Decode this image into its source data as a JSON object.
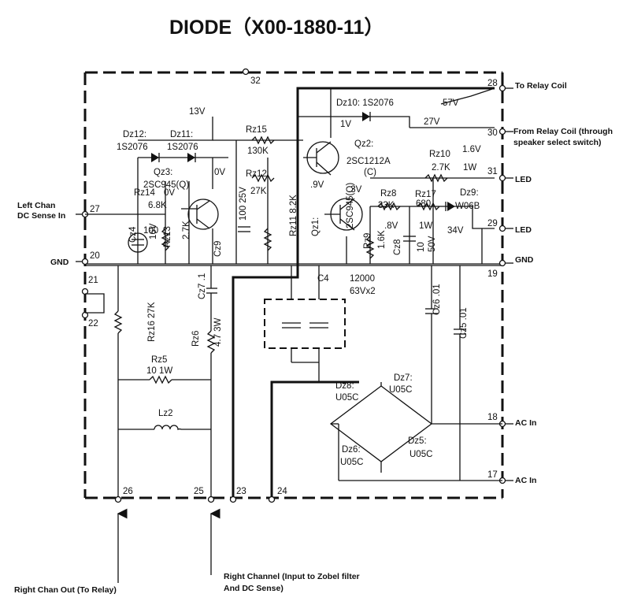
{
  "title": "DIODE（X00-1880-11）",
  "external_labels": {
    "to_relay_coil": "To Relay Coil",
    "from_relay_coil_1": "From Relay Coil (through",
    "from_relay_coil_2": "speaker select switch)",
    "led_31": "LED",
    "led_29": "LED",
    "gnd_right": "GND",
    "gnd_left": "GND",
    "left_chan_1": "Left Chan",
    "left_chan_2": "DC Sense In",
    "ac_in_18": "AC In",
    "ac_in_17": "AC In",
    "right_chan_out": "Right Chan Out (To Relay)",
    "right_channel_1": "Right Channel (Input to Zobel filter",
    "right_channel_2": "And DC Sense)"
  },
  "pins": {
    "p32": "32",
    "p28": "28",
    "p30": "30",
    "p31": "31",
    "p29": "29",
    "p19": "19",
    "p18": "18",
    "p17": "17",
    "p27": "27",
    "p20": "20",
    "p21": "21",
    "p22": "22",
    "p26": "26",
    "p25": "25",
    "p23": "23",
    "p24": "24"
  },
  "components": {
    "dz10": "Dz10: 1S2076",
    "v57": "57V",
    "v1": "1V",
    "v27": "27V",
    "v13": "13V",
    "dz12_a": "Dz12:",
    "dz12_b": "1S2076",
    "dz11_a": "Dz11:",
    "dz11_b": "1S2076",
    "rz15_a": "Rz15",
    "rz15_b": "130K",
    "qz2_a": "Qz2:",
    "qz2_b": "2SC1212A",
    "qz2_c": "(C)",
    "rz10_a": "Rz10",
    "v16": "1.6V",
    "rz10_b": "2.7K",
    "rz10_c": "1W",
    "qz3_a": "Qz3:",
    "qz3_b": "2SC945(Q)",
    "v0": "0V",
    "rz12_a": "Rz12",
    "rz12_b": "27K",
    "v9": ".9V",
    "v3": ".3V",
    "rz8_a": "Rz8",
    "rz8_b": "33K",
    "rz17_a": "Rz17",
    "rz17_b": "680",
    "rz17_c": "1W",
    "dz9_a": "Dz9:",
    "dz9_b": "W06B",
    "rz14_a": "Rz14",
    "rz14_b": "6.8K",
    "v40": "0V",
    "v8": ".8V",
    "v34": "34V",
    "cz4": "Cz4",
    "cz4_v": "100",
    "cz4_16": "16V",
    "rz13_a": "Rz13",
    "rz13_b": "2.7K",
    "cz9": "Cz9",
    "cz9_v": "100 25V",
    "rz11": "Rz11 8.2K",
    "qz1_a": "Qz1:",
    "qz1_b": "2SC945(Q)",
    "rz9_a": "Rz9",
    "rz9_b": "1.6K",
    "cz8": "Cz8",
    "cz8_v": "10",
    "cz8_50": "50V",
    "c4": "C4",
    "c4_v1": "12000",
    "c4_v2": "63Vx2",
    "cz7": "Cz7 .1",
    "rz16": "Rz16 27K",
    "rz6": "Rz6",
    "rz6_v": "4.7 3W",
    "rz5_a": "Rz5",
    "rz5_b": "10   1W",
    "lz2": "Lz2",
    "cz6": "Cz6 .01",
    "cz5": "Cz5 .01",
    "dz8_a": "Dz8:",
    "dz8_b": "U05C",
    "dz7_a": "Dz7:",
    "dz7_b": "U05C",
    "dz6_a": "Dz6:",
    "dz6_b": "U05C",
    "dz5_a": "Dz5:",
    "dz5_b": "U05C"
  }
}
